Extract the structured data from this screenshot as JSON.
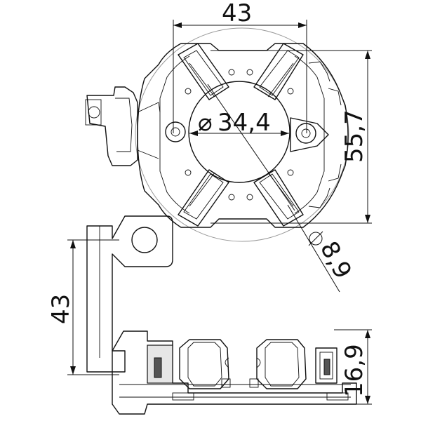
{
  "dimensions": {
    "top_width": "43",
    "inner_diameter": "34,4",
    "height_right": "55,7",
    "hole_diameter": "8,9",
    "left_height": "43",
    "side_height": "16,9"
  },
  "symbols": {
    "diameter": "⌀"
  }
}
